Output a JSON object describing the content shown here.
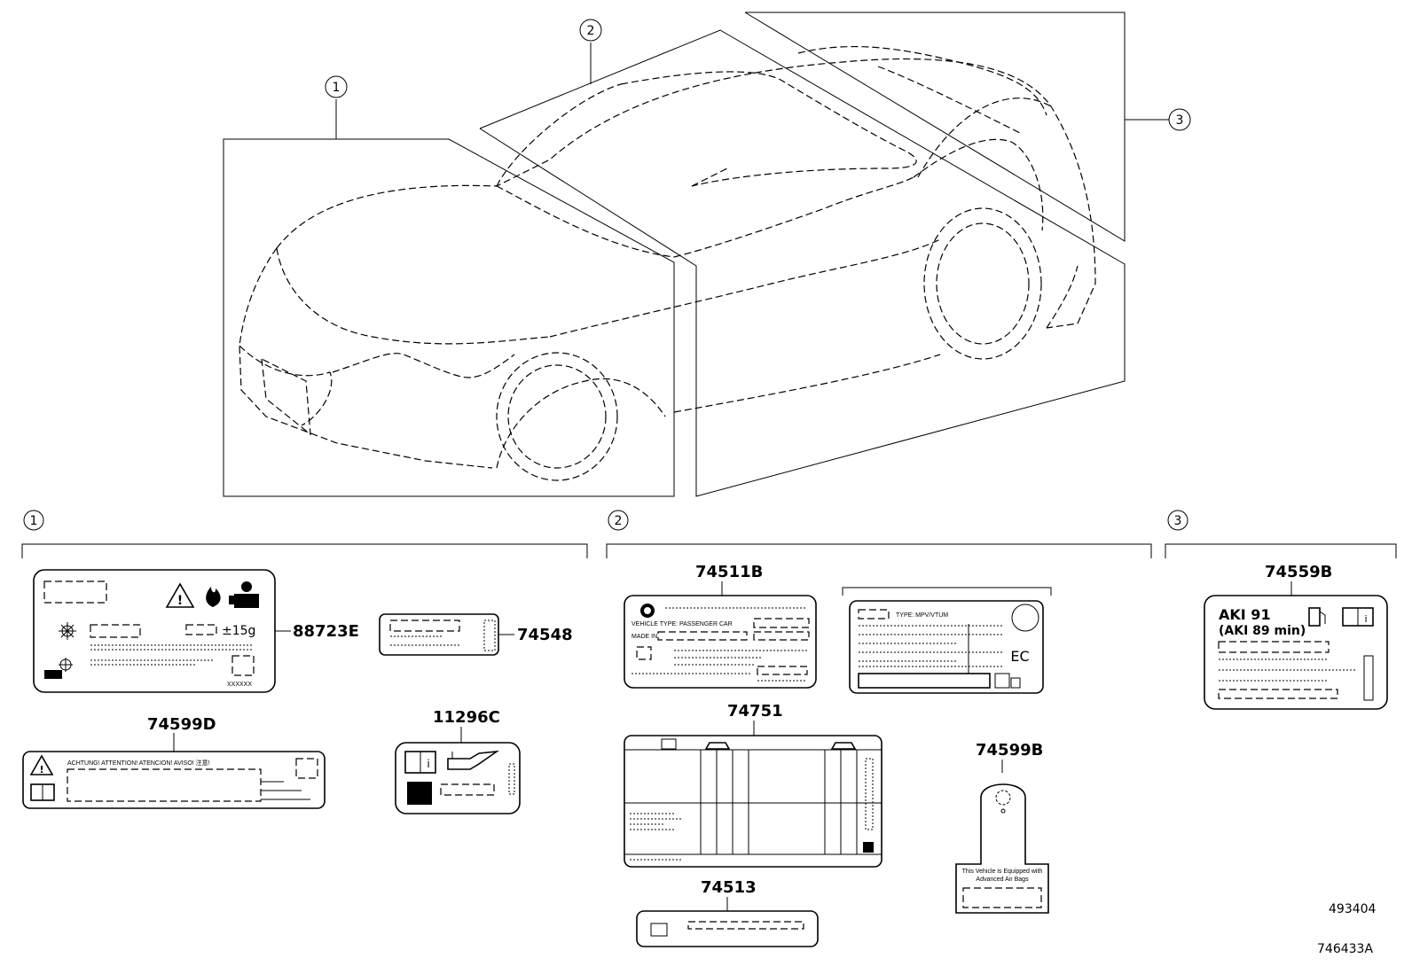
{
  "callouts": [
    "1",
    "2",
    "3"
  ],
  "groups": [
    {
      "callout": "1"
    },
    {
      "callout": "2"
    },
    {
      "callout": "3"
    }
  ],
  "parts": {
    "p88723E": "88723E",
    "p74548": "74548",
    "p74599D": "74599D",
    "p11296C": "11296C",
    "p74511B": "74511B",
    "p74751": "74751",
    "p74513": "74513",
    "p74599B": "74599B",
    "p74559B": "74559B"
  },
  "label_text": {
    "ac_charge": "±15g",
    "ac_code": "XXXXXX",
    "warning_languages": "ACHTUNG!   ATTENTION!   ATENCION!   AVISO!   注意!",
    "vehicle_type": "VEHICLE TYPE: PASSENGER CAR",
    "made_in": "MADE IN",
    "type_mpv": "TYPE: MPV/VTUM",
    "ec_mark": "EC",
    "fuel_rating": "AKI 91",
    "fuel_min": "(AKI 89 min)",
    "airbag_notice_1": "This Vehicle is Equipped with",
    "airbag_notice_2": "Advanced Air Bags"
  },
  "reference_numbers": {
    "ref1": "493404",
    "ref2": "746433A"
  }
}
